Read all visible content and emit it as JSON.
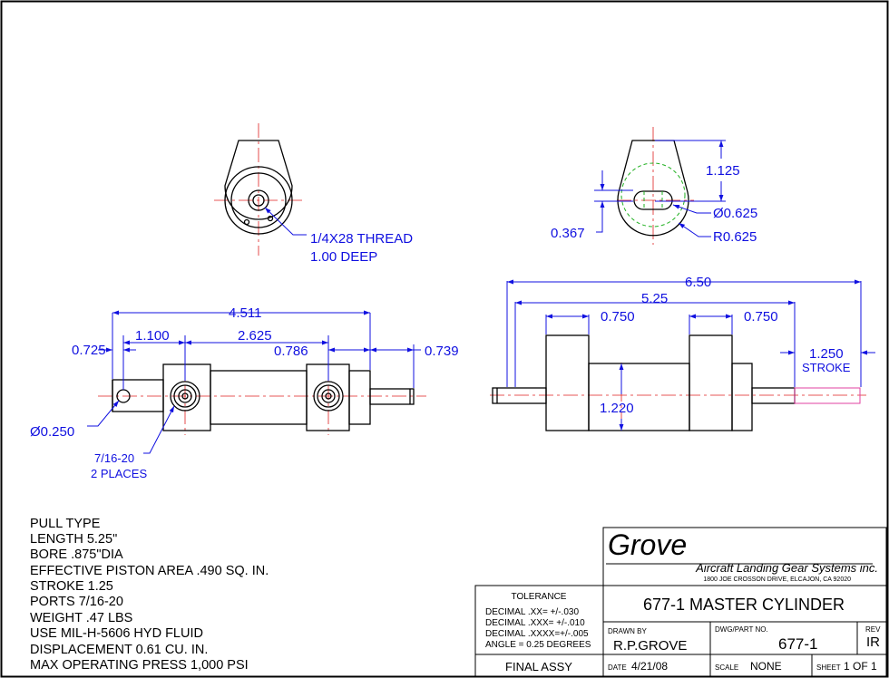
{
  "notes": [
    "PULL TYPE",
    "LENGTH 5.25\"",
    "BORE .875\"DIA",
    "EFFECTIVE PISTON AREA .490 SQ. IN.",
    "STROKE 1.25",
    "PORTS 7/16-20",
    "WEIGHT .47 LBS",
    "USE MIL-H-5606 HYD FLUID",
    "DISPLACEMENT 0.61 CU. IN.",
    "MAX OPERATING PRESS 1,000 PSI"
  ],
  "dims": {
    "thread_line1": "1/4X28 THREAD",
    "thread_line2": "1.00 DEEP",
    "d1_125": "1.125",
    "d0_625": "Ø0.625",
    "d0_367": "0.367",
    "r0_625": "R0.625",
    "d4_511": "4.511",
    "d1_100": "1.100",
    "d2_625": "2.625",
    "d0_725": "0.725",
    "d0_786": "0.786",
    "d0_739": "0.739",
    "d0_250": "Ø0.250",
    "port_line1": "7/16-20",
    "port_line2": "2 PLACES",
    "d6_50": "6.50",
    "d5_25": "5.25",
    "d0_750_left": "0.750",
    "d0_750_right": "0.750",
    "d1_250": "1.250",
    "stroke_label": "STROKE",
    "d1_220": "1.220"
  },
  "title_block": {
    "company": "Grove",
    "company_sub": "Aircraft Landing Gear Systems inc.",
    "address": "1800 JOE CROSSON DRIVE, ELCAJON, CA 92020",
    "title": "677-1 MASTER CYLINDER",
    "tolerance_label": "TOLERANCE",
    "tol1": "DECIMAL .XX= +/-.030",
    "tol2": "DECIMAL .XXX= +/-.010",
    "tol3": "DECIMAL .XXXX=+/-.005",
    "tol4": "ANGLE = 0.25 DEGREES",
    "final_assy": "FINAL ASSY",
    "drawn_by_label": "DRAWN BY",
    "drawn_by": "R.P.GROVE",
    "dwg_label": "DWG/PART NO.",
    "dwg_no": "677-1",
    "rev_label": "REV",
    "rev": "IR",
    "date_label": "DATE",
    "date": "4/21/08",
    "scale_label": "SCALE",
    "scale": "NONE",
    "sheet_label": "SHEET",
    "sheet": "1 OF 1"
  }
}
